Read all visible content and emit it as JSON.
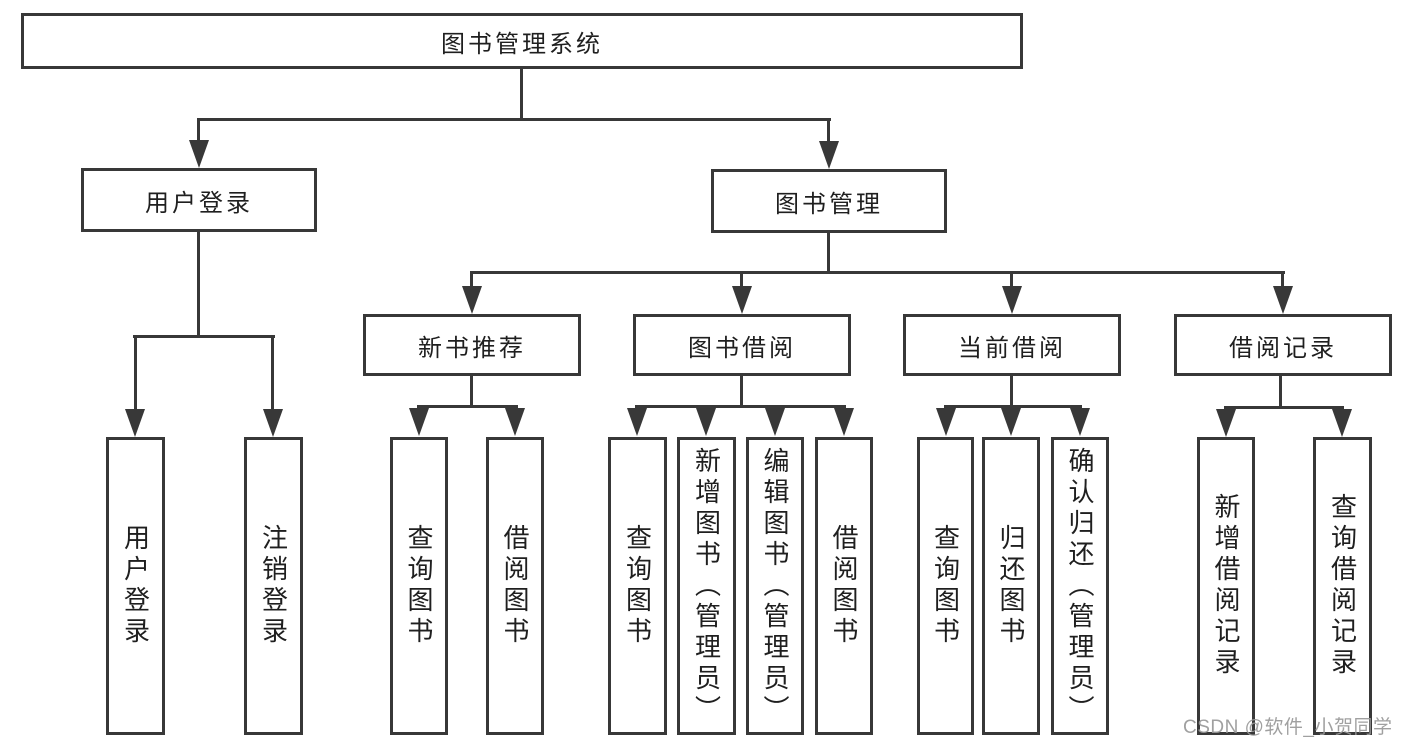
{
  "nodes": {
    "root": "图书管理系统",
    "user_login": "用户登录",
    "book_management": "图书管理",
    "new_book_recommend": "新书推荐",
    "book_borrowing": "图书借阅",
    "current_borrowing": "当前借阅",
    "borrowing_records": "借阅记录",
    "leaf_user_login": "用户登录",
    "leaf_logout": "注销登录",
    "leaf_recommend_query_books": "查询图书",
    "leaf_recommend_borrow_books": "借阅图书",
    "leaf_borrowing_query_books": "查询图书",
    "leaf_borrowing_add_books": "新增图书（管理员）",
    "leaf_borrowing_edit_books": "编辑图书（管理员）",
    "leaf_borrowing_borrow_books": "借阅图书",
    "leaf_current_query_books": "查询图书",
    "leaf_current_return_books": "归还图书",
    "leaf_current_confirm_return": "确认归还（管理员）",
    "leaf_records_add_record": "新增借阅记录",
    "leaf_records_query_record": "查询借阅记录"
  },
  "watermark": "CSDN @软件_小贺同学",
  "colors": {
    "line": "#383838",
    "box_border": "#383838",
    "text": "#1f1f1f",
    "watermark_text": "#999999",
    "background": "#ffffff"
  }
}
